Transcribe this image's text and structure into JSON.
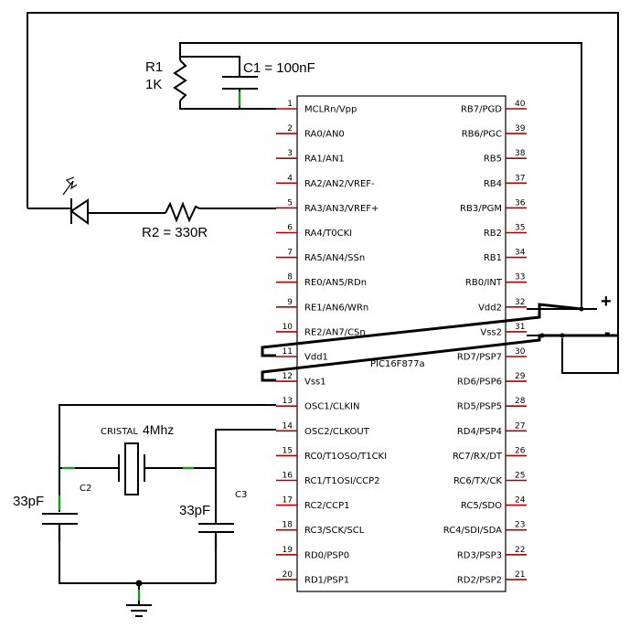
{
  "chip": {
    "name": "PIC16F877a",
    "left_pins": [
      {
        "num": "1",
        "label": "MCLRn/Vpp"
      },
      {
        "num": "2",
        "label": "RA0/AN0"
      },
      {
        "num": "3",
        "label": "RA1/AN1"
      },
      {
        "num": "4",
        "label": "RA2/AN2/VREF-"
      },
      {
        "num": "5",
        "label": "RA3/AN3/VREF+"
      },
      {
        "num": "6",
        "label": "RA4/T0CKI"
      },
      {
        "num": "7",
        "label": "RA5/AN4/SSn"
      },
      {
        "num": "8",
        "label": "RE0/AN5/RDn"
      },
      {
        "num": "9",
        "label": "RE1/AN6/WRn"
      },
      {
        "num": "10",
        "label": "RE2/AN7/CSn"
      },
      {
        "num": "11",
        "label": "Vdd1"
      },
      {
        "num": "12",
        "label": "Vss1"
      },
      {
        "num": "13",
        "label": "OSC1/CLKIN"
      },
      {
        "num": "14",
        "label": "OSC2/CLKOUT"
      },
      {
        "num": "15",
        "label": "RC0/T1OSO/T1CKI"
      },
      {
        "num": "16",
        "label": "RC1/T1OSI/CCP2"
      },
      {
        "num": "17",
        "label": "RC2/CCP1"
      },
      {
        "num": "18",
        "label": "RC3/SCK/SCL"
      },
      {
        "num": "19",
        "label": "RD0/PSP0"
      },
      {
        "num": "20",
        "label": "RD1/PSP1"
      }
    ],
    "right_pins": [
      {
        "num": "40",
        "label": "RB7/PGD"
      },
      {
        "num": "39",
        "label": "RB6/PGC"
      },
      {
        "num": "38",
        "label": "RB5"
      },
      {
        "num": "37",
        "label": "RB4"
      },
      {
        "num": "36",
        "label": "RB3/PGM"
      },
      {
        "num": "35",
        "label": "RB2"
      },
      {
        "num": "34",
        "label": "RB1"
      },
      {
        "num": "33",
        "label": "RB0/INT"
      },
      {
        "num": "32",
        "label": "Vdd2"
      },
      {
        "num": "31",
        "label": "Vss2"
      },
      {
        "num": "30",
        "label": "RD7/PSP7"
      },
      {
        "num": "29",
        "label": "RD6/PSP6"
      },
      {
        "num": "28",
        "label": "RD5/PSP5"
      },
      {
        "num": "27",
        "label": "RD4/PSP4"
      },
      {
        "num": "26",
        "label": "RC7/RX/DT"
      },
      {
        "num": "25",
        "label": "RC6/TX/CK"
      },
      {
        "num": "24",
        "label": "RC5/SDO"
      },
      {
        "num": "23",
        "label": "RC4/SDI/SDA"
      },
      {
        "num": "22",
        "label": "RD3/PSP3"
      },
      {
        "num": "21",
        "label": "RD2/PSP2"
      }
    ]
  },
  "components": {
    "r1_name": "R1",
    "r1_value": "1K",
    "c1_label": "C1 = 100nF",
    "r2_label": "R2 = 330R",
    "crystal_name": "CRISTAL",
    "crystal_freq": "4Mhz",
    "c2_name": "C2",
    "c2_value": "33pF",
    "c3_name": "C3",
    "c3_value": "33pF"
  },
  "power": {
    "plus": "+",
    "minus": "-"
  }
}
